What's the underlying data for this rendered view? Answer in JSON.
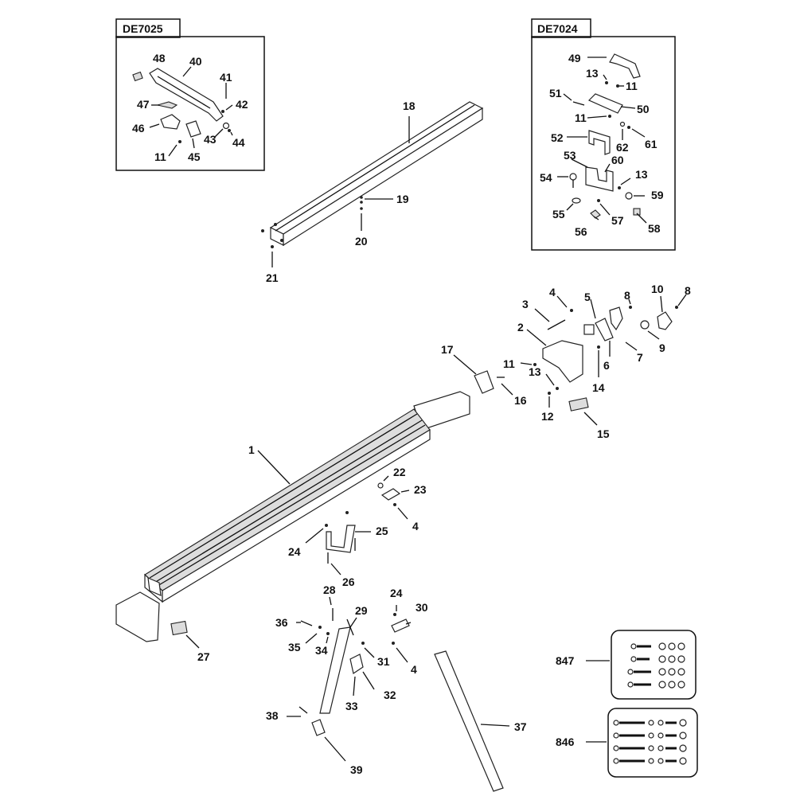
{
  "kits": [
    {
      "model": "DE7025"
    },
    {
      "model": "DE7024"
    }
  ],
  "labels": {
    "p1": "1",
    "p2": "2",
    "p3": "3",
    "p4a": "4",
    "p4b": "4",
    "p4c": "4",
    "p5": "5",
    "p6": "6",
    "p7": "7",
    "p8a": "8",
    "p8b": "8",
    "p9": "9",
    "p10": "10",
    "p11a": "11",
    "p11b": "11",
    "p11c": "11",
    "p11d": "11",
    "p12": "12",
    "p13a": "13",
    "p13b": "13",
    "p13c": "13",
    "p14": "14",
    "p15": "15",
    "p16": "16",
    "p17": "17",
    "p18": "18",
    "p19": "19",
    "p20": "20",
    "p21": "21",
    "p22": "22",
    "p23": "23",
    "p24a": "24",
    "p24b": "24",
    "p25": "25",
    "p26": "26",
    "p27": "27",
    "p28": "28",
    "p29": "29",
    "p30": "30",
    "p31": "31",
    "p32": "32",
    "p33": "33",
    "p34": "34",
    "p35": "35",
    "p36": "36",
    "p37": "37",
    "p38": "38",
    "p39": "39",
    "p40": "40",
    "p41": "41",
    "p42": "42",
    "p43": "43",
    "p44": "44",
    "p45": "45",
    "p46": "46",
    "p47": "47",
    "p48": "48",
    "p49": "49",
    "p50": "50",
    "p51": "51",
    "p52": "52",
    "p53": "53",
    "p54": "54",
    "p55": "55",
    "p56": "56",
    "p57": "57",
    "p58": "58",
    "p59": "59",
    "p60": "60",
    "p61": "61",
    "p62": "62",
    "p846": "846",
    "p847": "847"
  }
}
